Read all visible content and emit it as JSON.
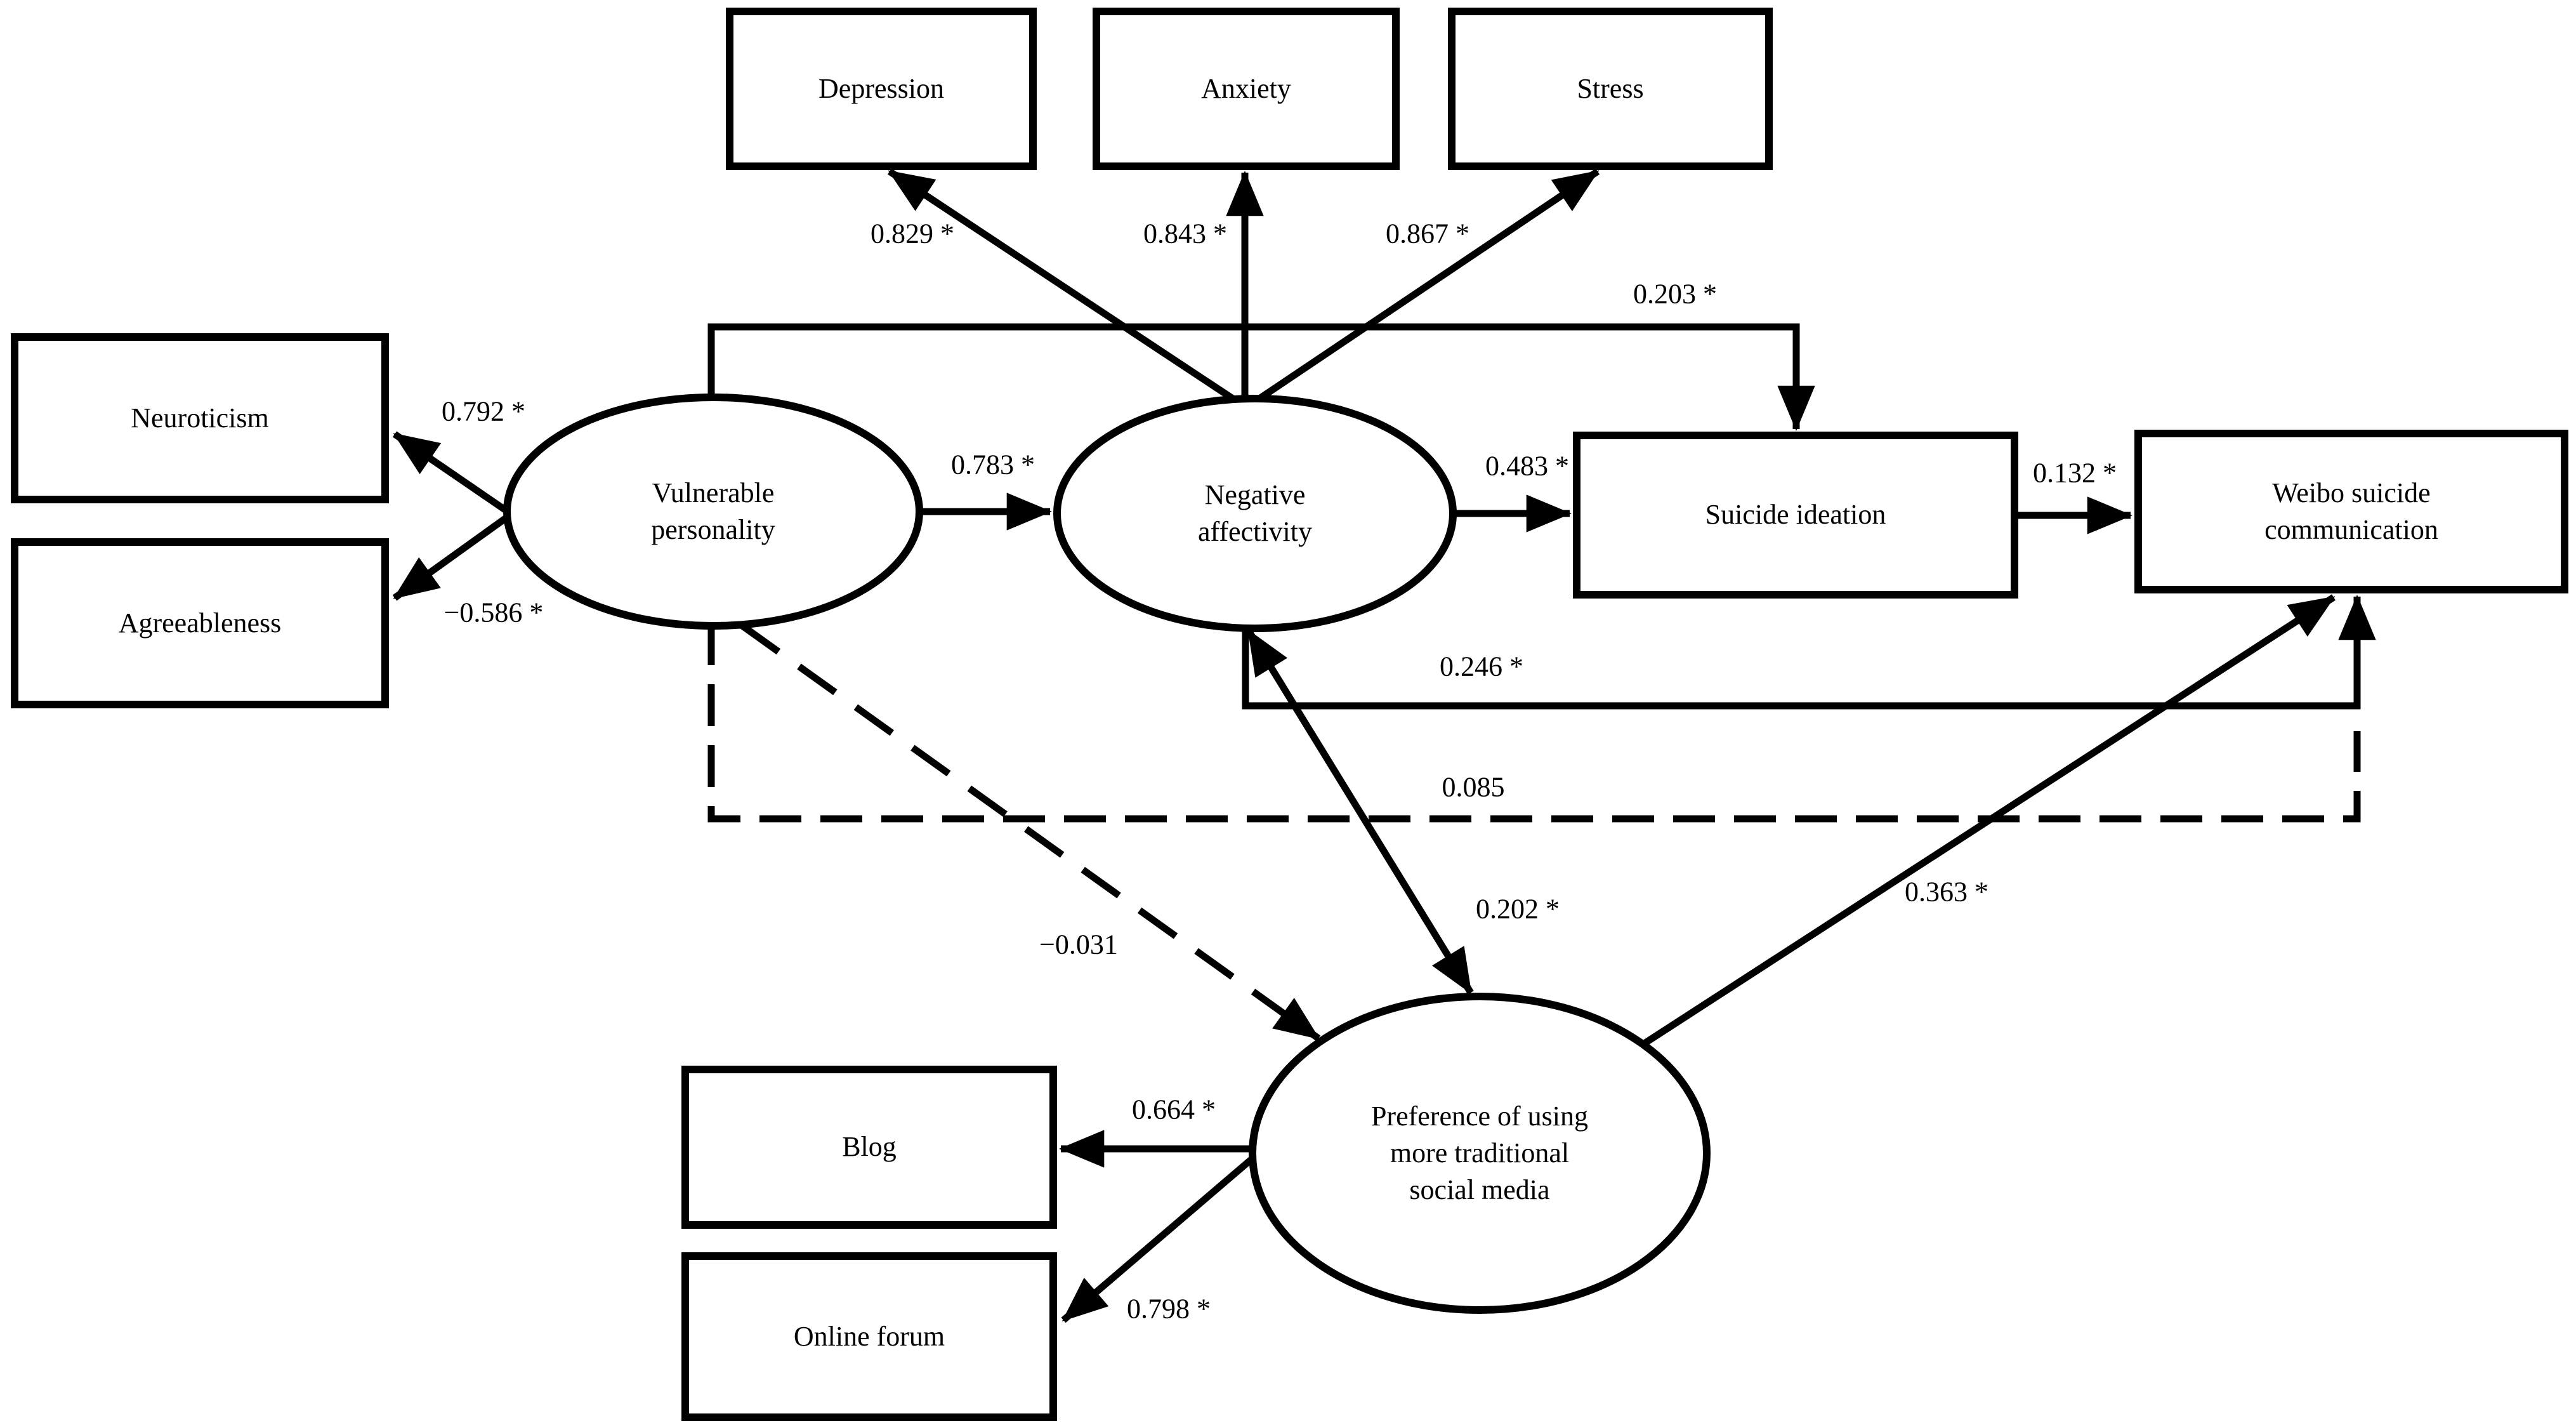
{
  "figure": {
    "type": "sem-path-diagram",
    "background_color": "#ffffff",
    "line_color": "#000000"
  },
  "nodes": {
    "depression": {
      "label": "Depression",
      "shape": "rect"
    },
    "anxiety": {
      "label": "Anxiety",
      "shape": "rect"
    },
    "stress": {
      "label": "Stress",
      "shape": "rect"
    },
    "neuroticism": {
      "label": "Neuroticism",
      "shape": "rect"
    },
    "agreeableness": {
      "label": "Agreeableness",
      "shape": "rect"
    },
    "vulnerable_personality": {
      "label": "Vulnerable personality",
      "shape": "ellipse"
    },
    "negative_affectivity": {
      "label": "Negative affectivity",
      "shape": "ellipse"
    },
    "suicide_ideation": {
      "label": "Suicide ideation",
      "shape": "rect"
    },
    "weibo_suicide_communication": {
      "label": "Weibo suicide communication",
      "shape": "rect"
    },
    "preference_traditional_social_media": {
      "label": "Preference of using more traditional social media",
      "shape": "ellipse"
    },
    "blog": {
      "label": "Blog",
      "shape": "rect"
    },
    "online_forum": {
      "label": "Online forum",
      "shape": "rect"
    }
  },
  "coefficients": {
    "na_to_depression": {
      "value": "0.829 *",
      "style": "solid"
    },
    "na_to_anxiety": {
      "value": "0.843 *",
      "style": "solid"
    },
    "na_to_stress": {
      "value": "0.867 *",
      "style": "solid"
    },
    "vp_to_suicide_ideation": {
      "value": "0.203 *",
      "style": "solid"
    },
    "vp_to_neuroticism": {
      "value": "0.792 *",
      "style": "solid"
    },
    "vp_to_na": {
      "value": "0.783 *",
      "style": "solid"
    },
    "na_to_suicide_ideation": {
      "value": "0.483 *",
      "style": "solid"
    },
    "suicide_ideation_to_wsc": {
      "value": "0.132 *",
      "style": "solid"
    },
    "vp_to_agreeableness": {
      "value": "−0.586 *",
      "style": "solid"
    },
    "na_to_wsc": {
      "value": "0.246 *",
      "style": "solid"
    },
    "vp_to_wsc": {
      "value": "0.085",
      "style": "dashed"
    },
    "preference_to_wsc": {
      "value": "0.363 *",
      "style": "solid"
    },
    "na_with_preference": {
      "value": "0.202 *",
      "style": "solid-double-arrow"
    },
    "vp_to_preference": {
      "value": "−0.031",
      "style": "dashed"
    },
    "preference_to_blog": {
      "value": "0.664 *",
      "style": "solid"
    },
    "preference_to_online_forum": {
      "value": "0.798 *",
      "style": "solid"
    }
  }
}
